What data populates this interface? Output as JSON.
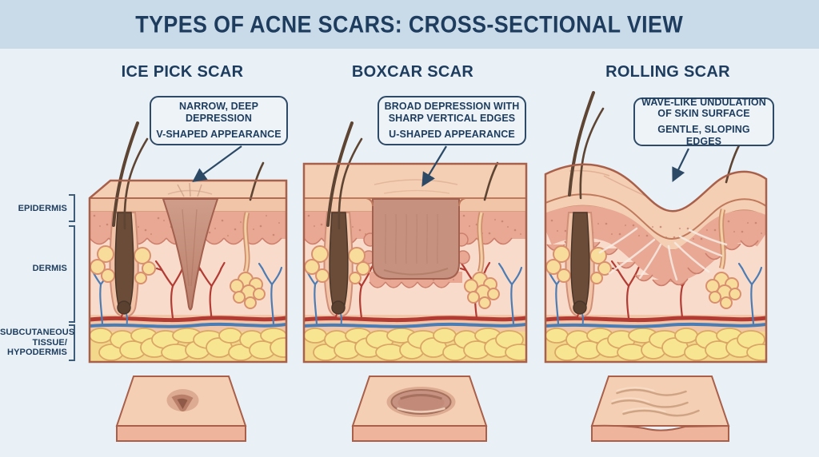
{
  "header": {
    "title": "TYPES OF ACNE SCARS: CROSS-SECTIONAL VIEW"
  },
  "layer_labels": [
    {
      "label": "EPIDERMIS"
    },
    {
      "label": "DERMIS"
    },
    {
      "label": "SUBCUTANEOUS TISSUE/ HYPODERMIS"
    }
  ],
  "panels": [
    {
      "title": "ICE PICK SCAR",
      "callout": {
        "line1": "NARROW, DEEP DEPRESSION",
        "line2": "V-SHAPED APPEARANCE"
      }
    },
    {
      "title": "BOXCAR SCAR",
      "callout": {
        "line1": "BROAD DEPRESSION WITH SHARP VERTICAL EDGES",
        "line2": "U-SHAPED APPEARANCE"
      }
    },
    {
      "title": "ROLLING SCAR",
      "callout": {
        "line1": "WAVE-LIKE UNDULATION OF SKIN SURFACE",
        "line2": "GENTLE, SLOPING EDGES"
      }
    }
  ],
  "colors": {
    "background": "#e9f1f6",
    "header_band": "#c9dae9",
    "text_navy": "#1d3c5e",
    "callout_border": "#2e4a66",
    "arrow": "#2c4a66",
    "bracket": "#3f5d78",
    "panel_border": "#a8604b",
    "skin_surface": "#f4cfb3",
    "epidermis": "#f1c5a8",
    "epidermis_line": "#bf7a5e",
    "papillary": "#e8a894",
    "papillary_edge": "#cc7f6c",
    "dermis": "#f9dbcb",
    "scar_fill": "#c6917e",
    "scar_edge": "#a2604e",
    "subcutis": "#f1c6a9",
    "fat_bed": "#f3d88b",
    "fat": "#f8e592",
    "fat_outline": "#daa765",
    "vessel_red": "#b23b33",
    "vessel_blue": "#4b7cb3",
    "hair_brown": "#5e4433",
    "gland_yellow": "#f7dc9b",
    "gland_outline": "#d8906f",
    "fibrous_strand": "#f6ece4"
  }
}
